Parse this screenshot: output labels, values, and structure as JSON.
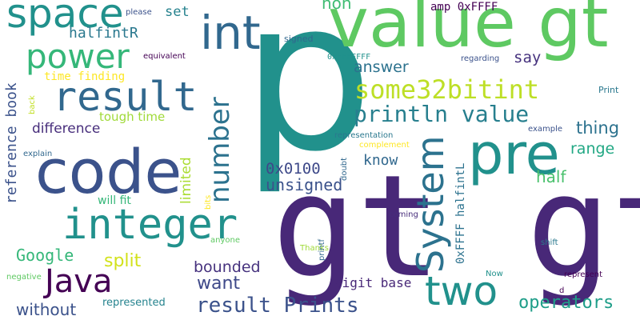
{
  "words": [
    {
      "text": "p",
      "color": "#21918c"
    },
    {
      "text": "gt gt",
      "color": "#482878"
    },
    {
      "text": "value gt",
      "color": "#5ec962"
    },
    {
      "text": "pre",
      "color": "#21918c"
    },
    {
      "text": "code",
      "color": "#3b528b"
    },
    {
      "text": "int",
      "color": "#31688e"
    },
    {
      "text": "result",
      "color": "#31688e"
    },
    {
      "text": "integer",
      "color": "#21918c"
    },
    {
      "text": "space",
      "color": "#21918c"
    },
    {
      "text": "power",
      "color": "#35b779"
    },
    {
      "text": "Java",
      "color": "#440154"
    },
    {
      "text": "two",
      "color": "#21918c"
    },
    {
      "text": "System",
      "color": "#2c728e"
    },
    {
      "text": "some32bitint",
      "color": "#bddf26"
    },
    {
      "text": "println value",
      "color": "#277f8e"
    },
    {
      "text": "number",
      "color": "#2c728e"
    },
    {
      "text": "result Prints",
      "color": "#3b528b"
    },
    {
      "text": "unsigned",
      "color": "#3b528b"
    },
    {
      "text": "0x0100",
      "color": "#3e4989"
    },
    {
      "text": "operators",
      "color": "#1f9e89"
    },
    {
      "text": "want",
      "color": "#3e4989"
    },
    {
      "text": "bounded",
      "color": "#46327e"
    },
    {
      "text": "split",
      "color": "#d2e21b"
    },
    {
      "text": "Google",
      "color": "#35b779"
    },
    {
      "text": "without",
      "color": "#3b528b"
    },
    {
      "text": "difference",
      "color": "#472d7b"
    },
    {
      "text": "reference book",
      "color": "#3b528b"
    },
    {
      "text": "halfintR",
      "color": "#2a788e"
    },
    {
      "text": "set",
      "color": "#26828e"
    },
    {
      "text": "non",
      "color": "#3fbc73"
    },
    {
      "text": "answer",
      "color": "#2c728e"
    },
    {
      "text": "say",
      "color": "#46327e"
    },
    {
      "text": "thing",
      "color": "#2c728e"
    },
    {
      "text": "range",
      "color": "#22a884"
    },
    {
      "text": "know",
      "color": "#31688e"
    },
    {
      "text": "half",
      "color": "#4ac16d"
    },
    {
      "text": "tough time",
      "color": "#a0da39"
    },
    {
      "text": "time finding",
      "color": "#fde725"
    },
    {
      "text": "will fit",
      "color": "#35b779"
    },
    {
      "text": "limited",
      "color": "#aadc32"
    },
    {
      "text": "digit base",
      "color": "#482878"
    },
    {
      "text": "represented",
      "color": "#25838e"
    },
    {
      "text": "0xFFFF halfintL",
      "color": "#2c728e"
    },
    {
      "text": "amp 0xFFFF",
      "color": "#440154"
    },
    {
      "text": "signed",
      "color": "#31688e"
    },
    {
      "text": "0xFFFFFFF",
      "color": "#21918c"
    },
    {
      "text": "please",
      "color": "#3b528b"
    },
    {
      "text": "equivalent",
      "color": "#440154"
    },
    {
      "text": "regarding",
      "color": "#3b528b"
    },
    {
      "text": "Print",
      "color": "#2a788e"
    },
    {
      "text": "example",
      "color": "#3b528b"
    },
    {
      "text": "representation",
      "color": "#2a788e"
    },
    {
      "text": "complement",
      "color": "#fde725"
    },
    {
      "text": "explain",
      "color": "#31688e"
    },
    {
      "text": "back",
      "color": "#c2df23"
    },
    {
      "text": "bits",
      "color": "#fde725"
    },
    {
      "text": "anyone",
      "color": "#5ec962"
    },
    {
      "text": "Thanks",
      "color": "#a0da39"
    },
    {
      "text": "printf",
      "color": "#31688e"
    },
    {
      "text": "doubt",
      "color": "#31688e"
    },
    {
      "text": "coming",
      "color": "#472d7b"
    },
    {
      "text": "shift",
      "color": "#2a788e"
    },
    {
      "text": "represent",
      "color": "#440154"
    },
    {
      "text": "Now",
      "color": "#21918c"
    },
    {
      "text": "d",
      "color": "#440154"
    },
    {
      "text": "negative",
      "color": "#5ec962"
    }
  ]
}
